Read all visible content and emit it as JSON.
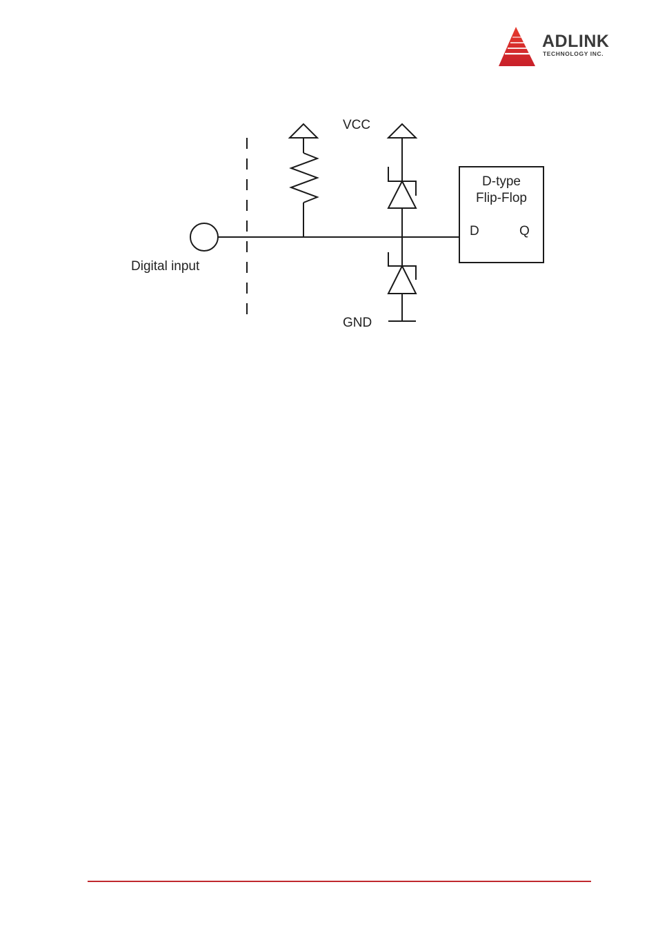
{
  "brand": {
    "name": "ADLINK",
    "subtitle": "TECHNOLOGY INC.",
    "accent_color": "#d62a2d",
    "logo_icon": "adlink-triangle-icon"
  },
  "diagram": {
    "labels": {
      "vcc": "VCC",
      "gnd": "GND",
      "digital_input": "Digital input"
    },
    "flip_flop": {
      "title_line1": "D-type",
      "title_line2": "Flip-Flop",
      "pin_d": "D",
      "pin_q": "Q"
    },
    "line_color": "#1a1a1a"
  },
  "footer": {
    "rule_color": "#c0282d"
  }
}
